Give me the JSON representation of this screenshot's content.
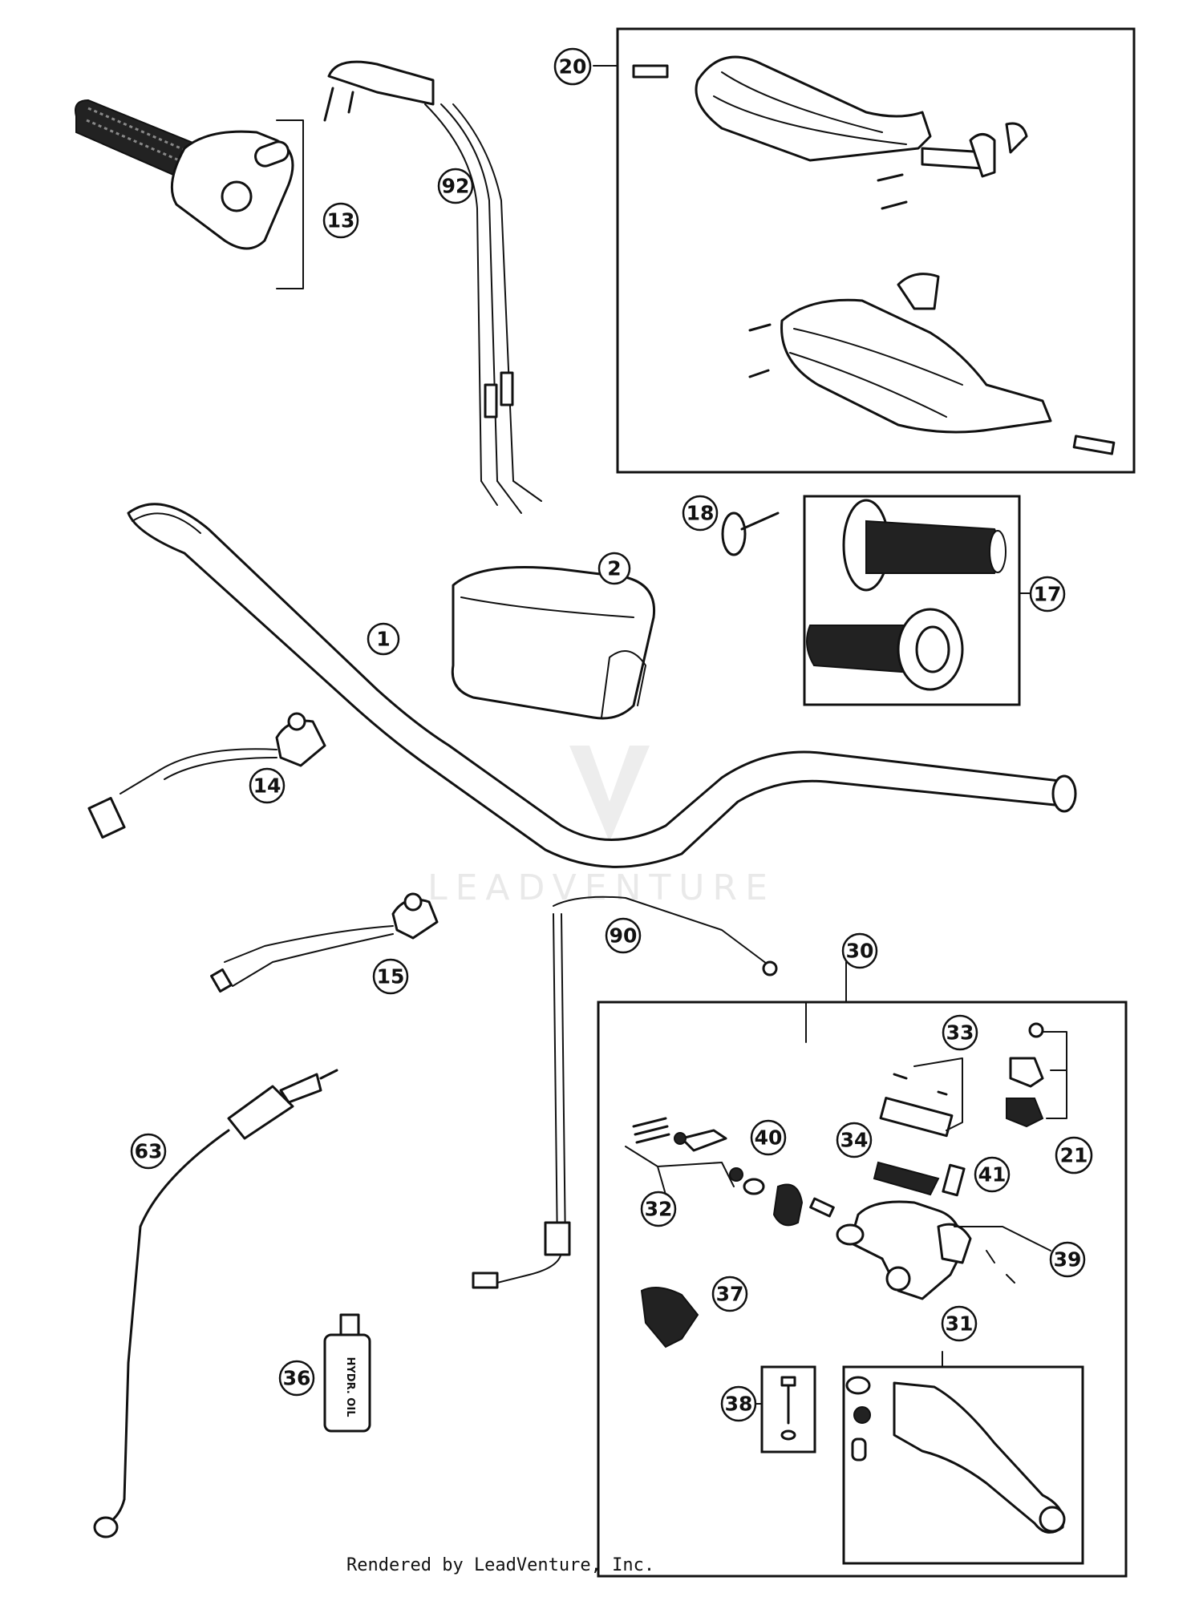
{
  "watermark": "LEADVENTURE",
  "footer": "Rendered by LeadVenture, Inc.",
  "callouts": [
    {
      "id": "c1",
      "label": "1"
    },
    {
      "id": "c2",
      "label": "2"
    },
    {
      "id": "c13",
      "label": "13"
    },
    {
      "id": "c14",
      "label": "14"
    },
    {
      "id": "c15",
      "label": "15"
    },
    {
      "id": "c17",
      "label": "17"
    },
    {
      "id": "c18",
      "label": "18"
    },
    {
      "id": "c20",
      "label": "20"
    },
    {
      "id": "c21",
      "label": "21"
    },
    {
      "id": "c30",
      "label": "30"
    },
    {
      "id": "c31",
      "label": "31"
    },
    {
      "id": "c32",
      "label": "32"
    },
    {
      "id": "c33",
      "label": "33"
    },
    {
      "id": "c34",
      "label": "34"
    },
    {
      "id": "c36",
      "label": "36"
    },
    {
      "id": "c37",
      "label": "37"
    },
    {
      "id": "c38",
      "label": "38"
    },
    {
      "id": "c39",
      "label": "39"
    },
    {
      "id": "c40",
      "label": "40"
    },
    {
      "id": "c41",
      "label": "41"
    },
    {
      "id": "c63",
      "label": "63"
    },
    {
      "id": "c90",
      "label": "90"
    },
    {
      "id": "c92",
      "label": "92"
    }
  ],
  "bottle_label": "HYDR. OIL"
}
